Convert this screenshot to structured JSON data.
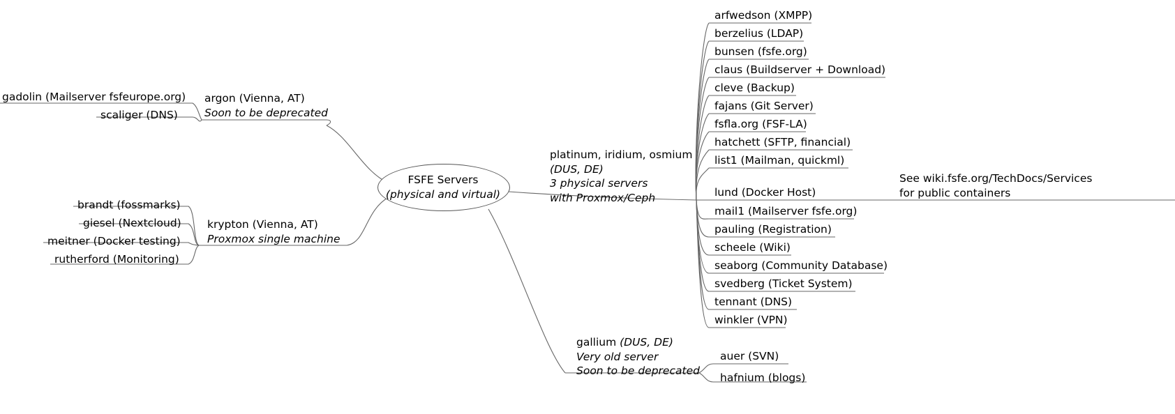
{
  "diagram": {
    "title": "FSFE Servers mind map",
    "root": {
      "line1": "FSFE Servers",
      "line2": "(physical and virtual)"
    },
    "branches": {
      "argon": {
        "line1": "argon (Vienna, AT)",
        "line2": "Soon to be deprecated",
        "children": [
          "gadolin (Mailserver fsfeurope.org)",
          "scaliger (DNS)"
        ]
      },
      "krypton": {
        "line1": "krypton (Vienna, AT)",
        "line2": "Proxmox single machine",
        "children": [
          "brandt (fossmarks)",
          "giesel (Nextcloud)",
          "meitner (Docker testing)",
          "rutherford (Monitoring)"
        ]
      },
      "platinum": {
        "line1": "platinum, iridium, osmium",
        "line2": "(DUS, DE)",
        "line3": "3 physical servers",
        "line4": "with Proxmox/Ceph",
        "children": [
          "arfwedson (XMPP)",
          "berzelius (LDAP)",
          "bunsen (fsfe.org)",
          "claus (Buildserver + Download)",
          "cleve (Backup)",
          "fajans (Git Server)",
          "fsfla.org (FSF-LA)",
          "hatchett (SFTP, financial)",
          "list1 (Mailman, quickml)",
          "lund (Docker Host)",
          "mail1 (Mailserver fsfe.org)",
          "pauling (Registration)",
          "scheele (Wiki)",
          "seaborg (Community Database)",
          "svedberg (Ticket System)",
          "tennant (DNS)",
          "winkler (VPN)"
        ],
        "lund_note": {
          "line1": "See wiki.fsfe.org/TechDocs/Services",
          "line2": "for public containers"
        }
      },
      "gallium": {
        "line1_name": "gallium ",
        "line1_loc": "(DUS, DE)",
        "line2": "Very old server",
        "line3": "Soon to be deprecated",
        "children": [
          "auer (SVN)",
          "hafnium (blogs)"
        ]
      }
    },
    "colors": {
      "line": "#666666",
      "text": "#000000",
      "background": "#ffffff"
    }
  }
}
